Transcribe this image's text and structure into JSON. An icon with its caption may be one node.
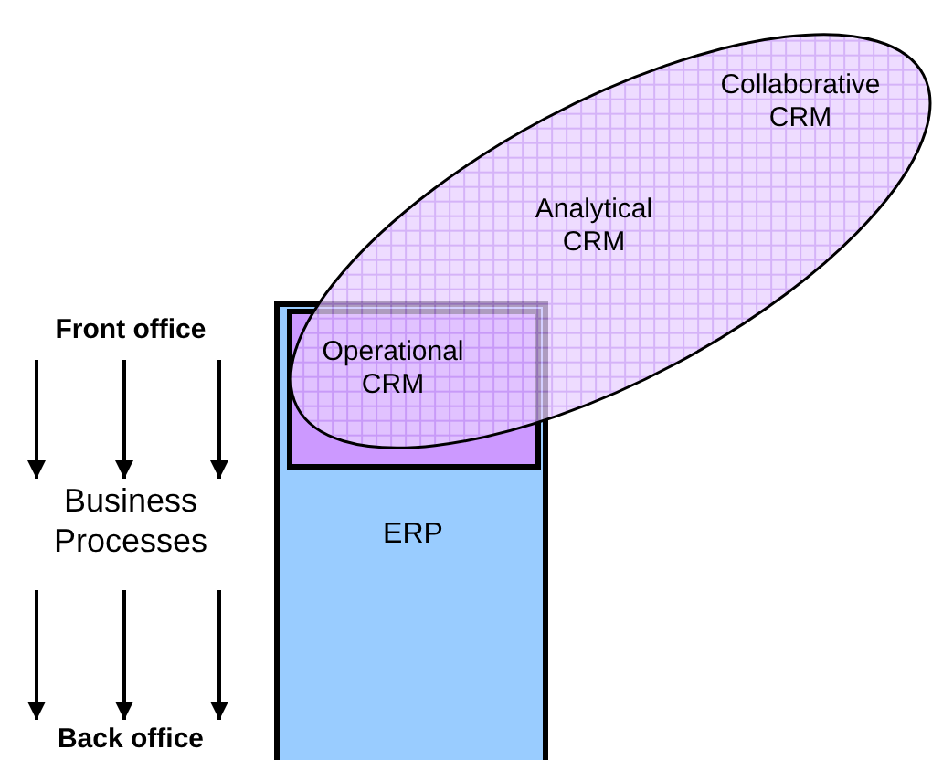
{
  "diagram": {
    "nodes": [
      {
        "text": [
          "Collaborative CRM",
          "Analytical CRM"
        ]
      },
      {
        "text": [
          "Front office"
        ]
      },
      {
        "text": [
          "ERP"
        ]
      },
      {
        "text": [
          "Operational CRM"
        ],
        "in": 2
      },
      {
        "text": [
          "Business Processes"
        ]
      },
      {
        "text": [
          "Back office"
        ]
      }
    ],
    "edges": [
      {
        "from": 1,
        "to": 4,
        "arrow": "to"
      },
      {
        "from": 1,
        "to": 4,
        "arrow": "to"
      },
      {
        "from": 1,
        "to": 4,
        "arrow": "to"
      },
      {
        "from": 4,
        "to": 5,
        "arrow": "to"
      },
      {
        "from": 4,
        "to": 5,
        "arrow": "to"
      },
      {
        "from": 4,
        "to": 5,
        "arrow": "to"
      }
    ]
  }
}
